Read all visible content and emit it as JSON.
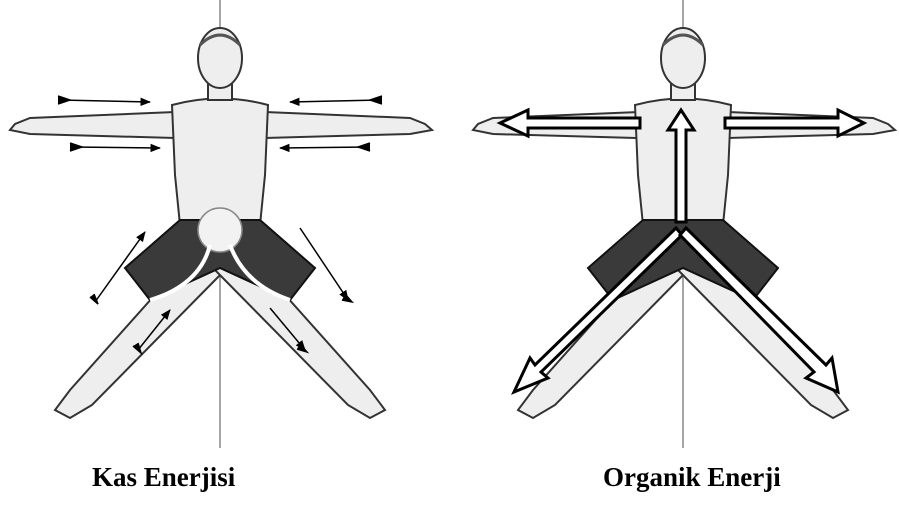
{
  "panels": [
    {
      "id": "left",
      "caption": "Kas Enerjisi",
      "arrow_style": "inward-feathered"
    },
    {
      "id": "right",
      "caption": "Organik Enerji",
      "arrow_style": "outward-hollow"
    }
  ],
  "colors": {
    "skin_fill": "#eeeeee",
    "skin_stroke": "#333333",
    "shorts_fill": "#3a3a3a",
    "arrow": "#000000",
    "guide_line": "#888888"
  }
}
